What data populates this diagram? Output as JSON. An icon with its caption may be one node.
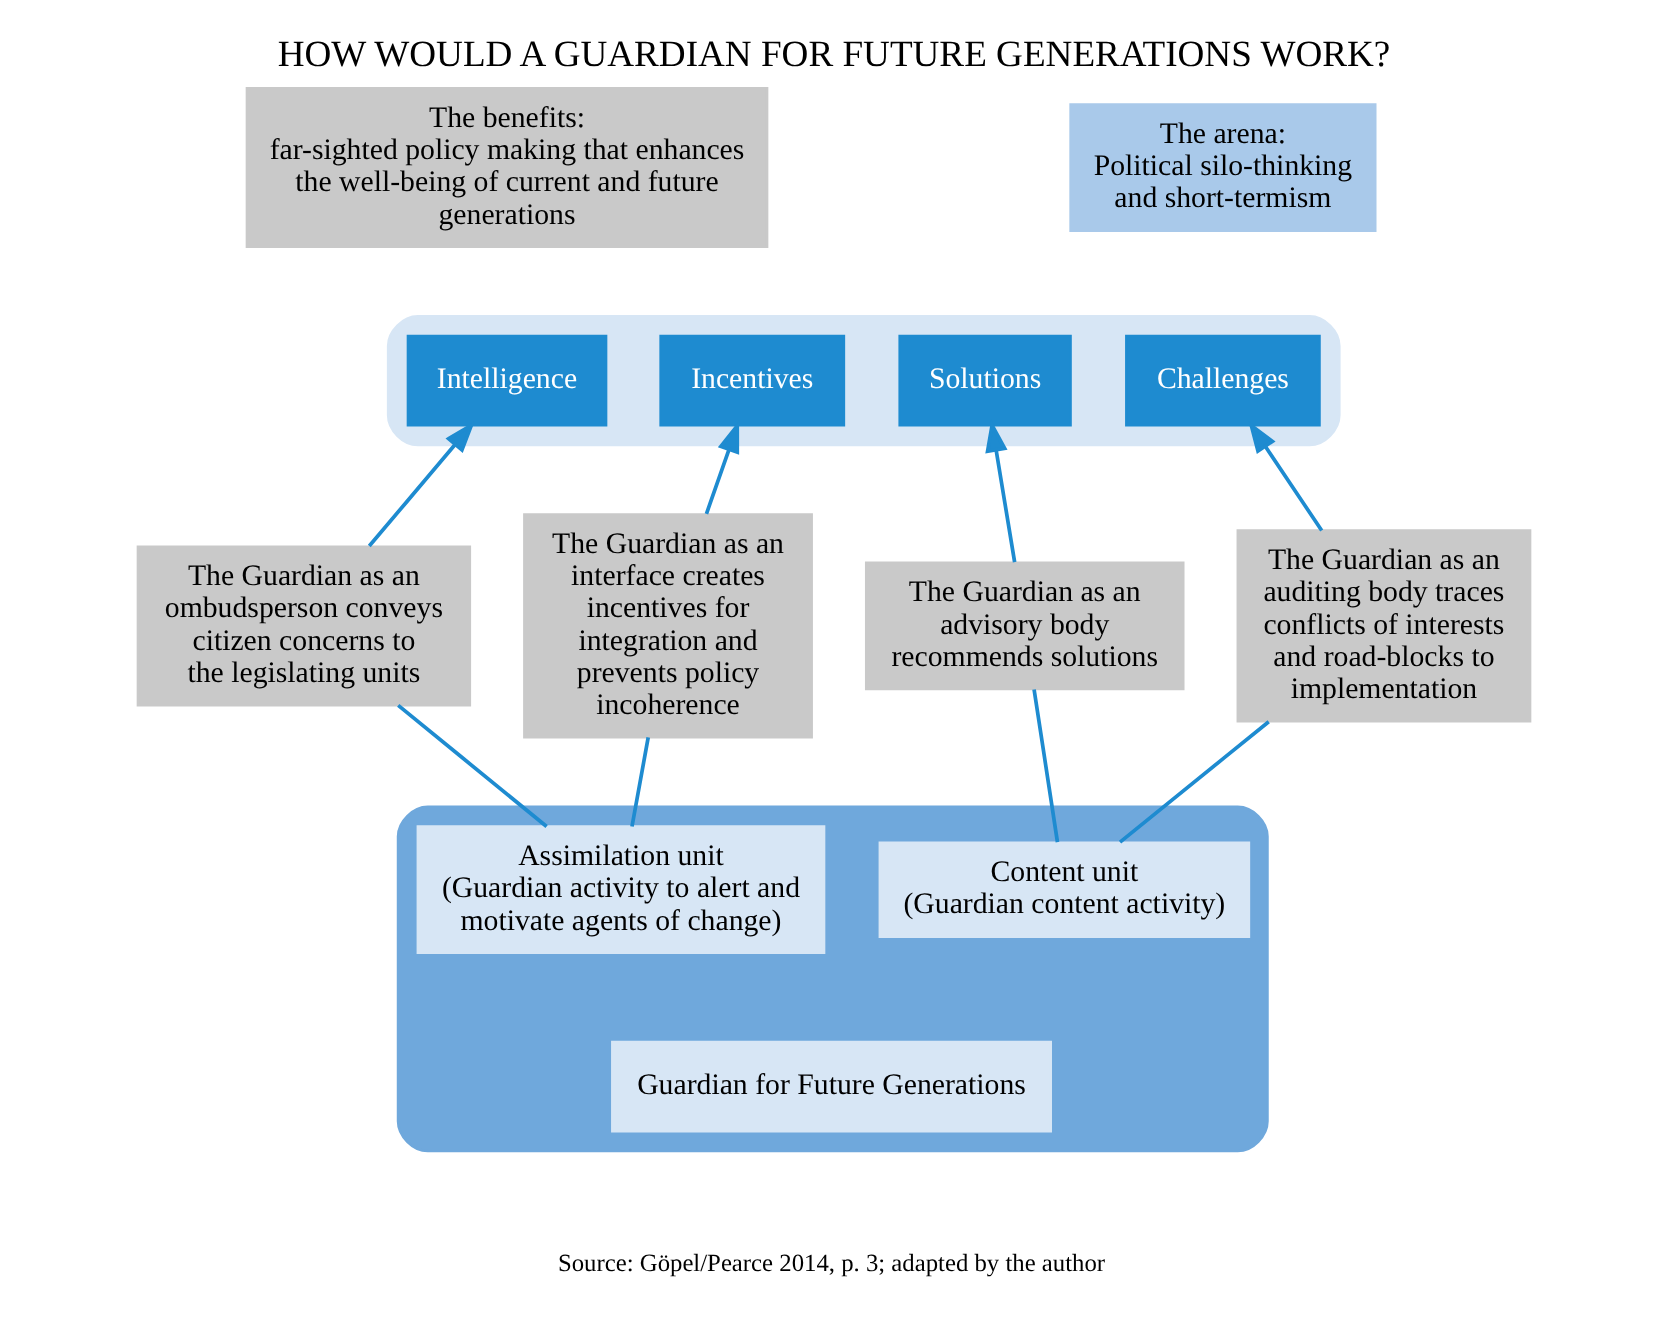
{
  "diagram": {
    "title": "HOW WOULD A GUARDIAN FOR FUTURE GENERATIONS WORK?",
    "caption": "Source: Göpel/Pearce 2014, p. 3; adapted by the author",
    "nodes": [
      {
        "text": [
          "The benefits:",
          "far-sighted policy making that enhances the well-being of current and future generations"
        ]
      },
      {
        "text": [
          "The arena:",
          "Political silo-thinking and short-termism"
        ]
      },
      {
        "text": [],
        "shape": "box"
      },
      {
        "text": [
          "Intelligence"
        ],
        "in": 2
      },
      {
        "text": [
          "Incentives"
        ],
        "in": 2
      },
      {
        "text": [
          "Solutions"
        ],
        "in": 2
      },
      {
        "text": [
          "Challenges"
        ],
        "in": 2
      },
      {
        "text": [
          "The Guardian as an ombudsperson conveys citizen concerns to the legislating units"
        ]
      },
      {
        "text": [
          "The Guardian as an interface creates incentives for integration and prevents policy incoherence"
        ]
      },
      {
        "text": [
          "The Guardian as an advisory body recommends solutions"
        ]
      },
      {
        "text": [
          "The Guardian as an auditing body traces conflicts of interests and road-blocks to implementation"
        ]
      },
      {
        "text": [],
        "shape": "box"
      },
      {
        "text": [
          "Assimilation unit",
          "(Guardian activity to alert and motivate agents of change)"
        ],
        "in": 11
      },
      {
        "text": [
          "Content unit",
          "(Guardian content activity)"
        ],
        "in": 11
      },
      {
        "text": [
          "Guardian for Future Generations"
        ],
        "in": 11
      }
    ],
    "edges": [
      {
        "from": 7,
        "to": 3,
        "arrow": "to"
      },
      {
        "from": 8,
        "to": 4,
        "arrow": "to"
      },
      {
        "from": 9,
        "to": 5,
        "arrow": "to"
      },
      {
        "from": 10,
        "to": 6,
        "arrow": "to"
      },
      {
        "from": 12,
        "to": 7,
        "arrow": "none"
      },
      {
        "from": 12,
        "to": 8,
        "arrow": "none"
      },
      {
        "from": 13,
        "to": 9,
        "arrow": "none"
      },
      {
        "from": 13,
        "to": 10,
        "arrow": "none"
      }
    ]
  }
}
